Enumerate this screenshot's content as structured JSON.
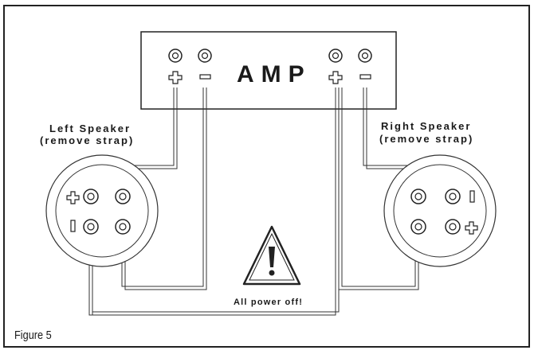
{
  "diagram": {
    "amp_label": "AMP",
    "left_speaker_line1": "Left Speaker",
    "left_speaker_line2": "(remove strap)",
    "right_speaker_line1": "Right Speaker",
    "right_speaker_line2": "(remove strap)",
    "warning_text": "All power off!",
    "figure_caption": "Figure 5",
    "plus_symbol": "+",
    "minus_symbol": "−"
  }
}
